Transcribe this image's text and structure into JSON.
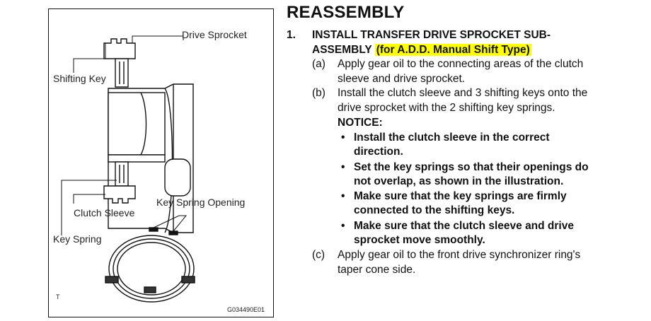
{
  "figure": {
    "labels": {
      "drive_sprocket": "Drive Sprocket",
      "shifting_key": "Shifting Key",
      "clutch_sleeve": "Clutch Sleeve",
      "key_spring_opening": "Key Spring Opening",
      "key_spring": "Key Spring"
    },
    "corner_mark": "T",
    "figure_code": "G034490E01"
  },
  "heading": "REASSEMBLY",
  "step": {
    "number": "1.",
    "title_line1": "INSTALL TRANSFER DRIVE SPROCKET SUB-",
    "title_line2": "ASSEMBLY",
    "highlight": "(for A.D.D. Manual Shift Type)",
    "highlight_color": "#ffff00",
    "substeps": [
      {
        "tag": "(a)",
        "lines": [
          "Apply gear oil to the connecting areas of the clutch",
          "sleeve and drive sprocket."
        ]
      },
      {
        "tag": "(b)",
        "lines": [
          "Install the clutch sleeve and 3 shifting keys onto the",
          "drive sprocket with the 2 shifting key springs."
        ]
      },
      {
        "tag": "(c)",
        "lines": [
          "Apply gear oil to the front drive synchronizer ring's",
          "taper cone side."
        ]
      }
    ],
    "notice_title": "NOTICE:",
    "bullet_char": "•",
    "notices": [
      [
        "Install the clutch sleeve in the correct",
        "direction."
      ],
      [
        "Set the key springs so that their openings do",
        "not overlap, as shown in the illustration."
      ],
      [
        "Make sure that the key springs are firmly",
        "connected to the shifting keys."
      ],
      [
        "Make sure that the clutch sleeve and drive",
        "sprocket move smoothly."
      ]
    ]
  }
}
